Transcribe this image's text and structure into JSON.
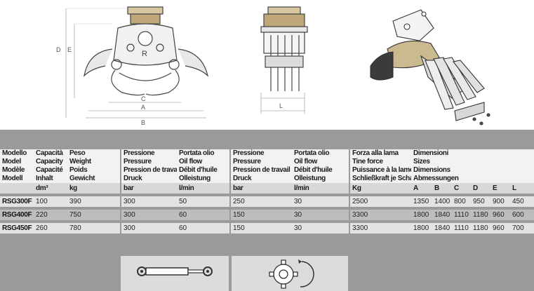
{
  "drawing_labels": {
    "d": "D",
    "e": "E",
    "c": "C",
    "a": "A",
    "b": "B",
    "l": "L",
    "logo": "R"
  },
  "table": {
    "header_rows": [
      [
        "Modello",
        "Capacità",
        "Peso",
        "Pressione",
        "Portata olio",
        "Pressione",
        "Portata olio",
        "Forza alla lama",
        "Dimensioni"
      ],
      [
        "Model",
        "Capacity",
        "Weight",
        "Pressure",
        "Oil flow",
        "Pressure",
        "Oil flow",
        "Tine force",
        "Sizes"
      ],
      [
        "Modèle",
        "Capacité",
        "Poids",
        "Pression de travail",
        "Débit d'huile",
        "Pression de travail",
        "Débit d'huile",
        "Puissance à la lame",
        "Dimensions"
      ],
      [
        "Modell",
        "Inhalt",
        "Gewicht",
        "Druck",
        "Ölleistung",
        "Druck",
        "Ölleistung",
        "Schließkraft je Schale",
        "Abmessungen"
      ]
    ],
    "units": [
      "",
      "dm³",
      "kg",
      "bar",
      "l/min",
      "bar",
      "l/min",
      "Kg",
      "A",
      "B",
      "C",
      "D",
      "E",
      "L"
    ],
    "rows": [
      [
        "RSG300F",
        "100",
        "390",
        "300",
        "50",
        "250",
        "30",
        "2500",
        "1350",
        "1400",
        "800",
        "950",
        "900",
        "450"
      ],
      [
        "RSG400F",
        "220",
        "750",
        "300",
        "60",
        "150",
        "30",
        "3300",
        "1800",
        "1840",
        "1110",
        "1180",
        "960",
        "600"
      ],
      [
        "RSG450F",
        "260",
        "780",
        "300",
        "60",
        "150",
        "30",
        "3300",
        "1800",
        "1840",
        "1110",
        "1180",
        "960",
        "700"
      ]
    ]
  },
  "icons": [
    "hydraulic-cylinder-icon",
    "rotation-gear-icon"
  ]
}
